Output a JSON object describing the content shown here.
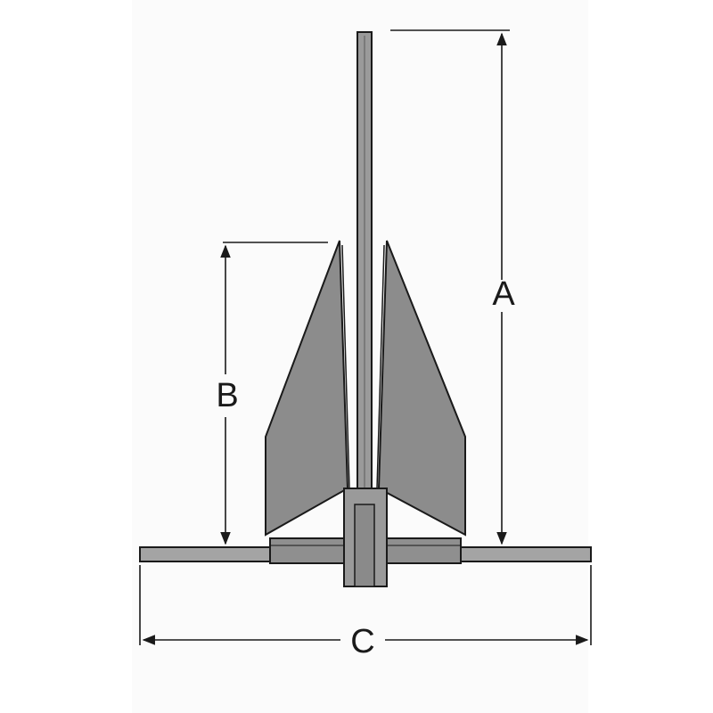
{
  "diagram": {
    "dimensions": [
      {
        "label": "A"
      },
      {
        "label": "B"
      },
      {
        "label": "C"
      }
    ]
  },
  "colors": {
    "page": "#fafafa",
    "paper": "#ffffff",
    "outline": "#1a1a1a",
    "fluke_fill": "#8c8c8c",
    "shank_fill": "#9a9a9a",
    "stock_fill": "#a4a4a4",
    "crown_fill": "#8f8f8f",
    "dimension_line": "#1a1a1a"
  }
}
